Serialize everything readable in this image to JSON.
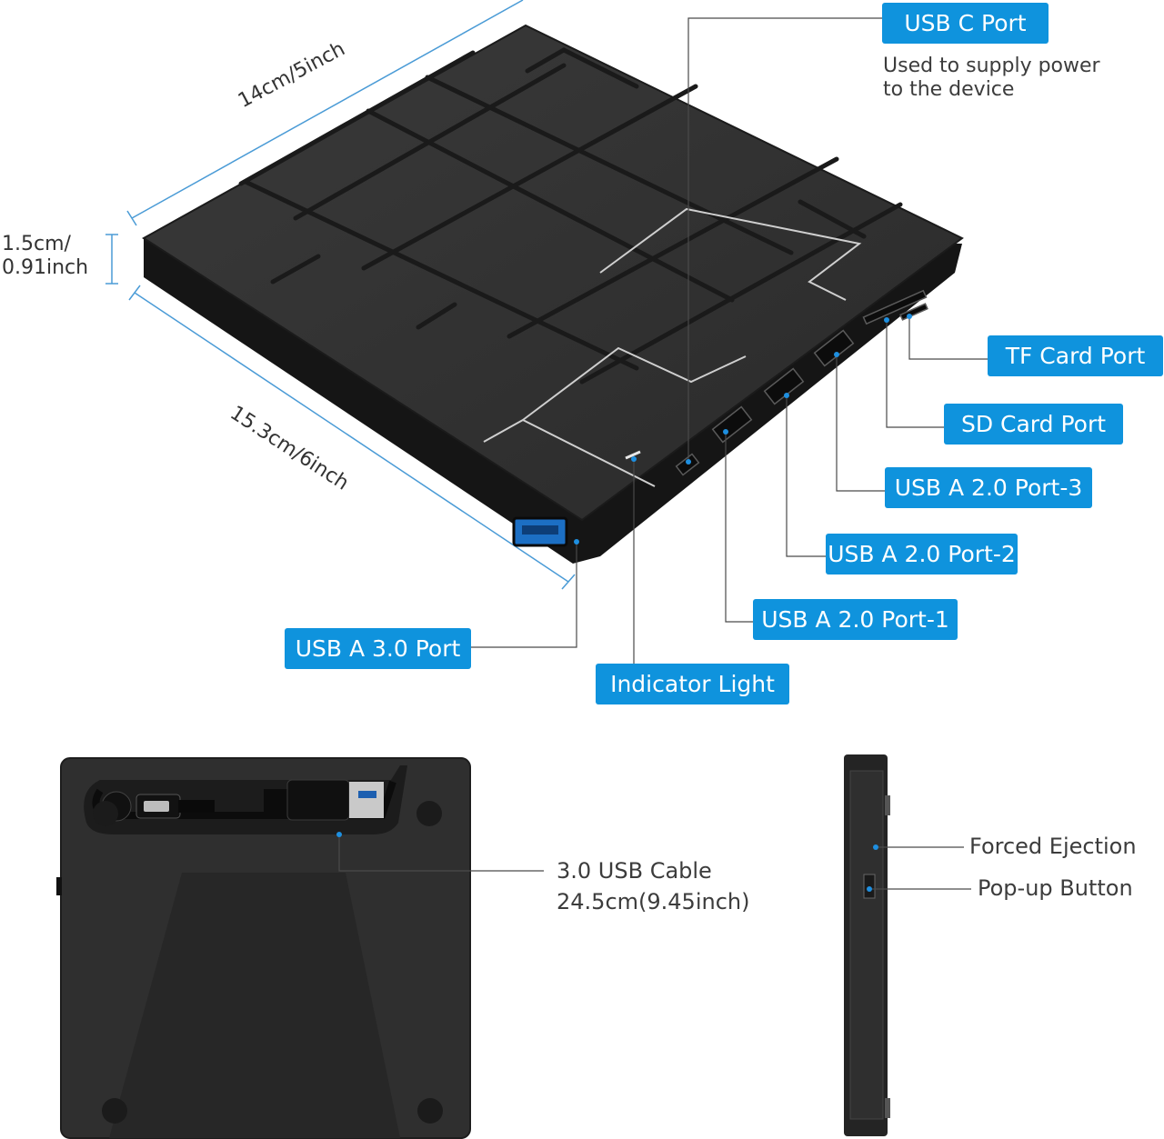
{
  "dimensions": {
    "length": "14cm/5inch",
    "height_line1": "1.5cm/",
    "height_line2": "0.91inch",
    "width": "15.3cm/6inch"
  },
  "callouts": {
    "usb_c": "USB C Port",
    "usb_c_desc_line1": "Used to supply power",
    "usb_c_desc_line2": "to the device",
    "tf_card": "TF Card Port",
    "sd_card": "SD Card Port",
    "usb_a_2_3": "USB A 2.0 Port-3",
    "usb_a_2_2": "USB A 2.0 Port-2",
    "usb_a_2_1": "USB A 2.0 Port-1",
    "usb_a_3": "USB A 3.0 Port",
    "indicator": "Indicator Light"
  },
  "bottom": {
    "cable_line1": "3.0 USB Cable",
    "cable_line2": "24.5cm(9.45inch)",
    "forced_ejection": "Forced Ejection",
    "popup_button": "Pop-up Button"
  },
  "colors": {
    "accent": "#0f93dd",
    "device": "#2e2e2e"
  }
}
